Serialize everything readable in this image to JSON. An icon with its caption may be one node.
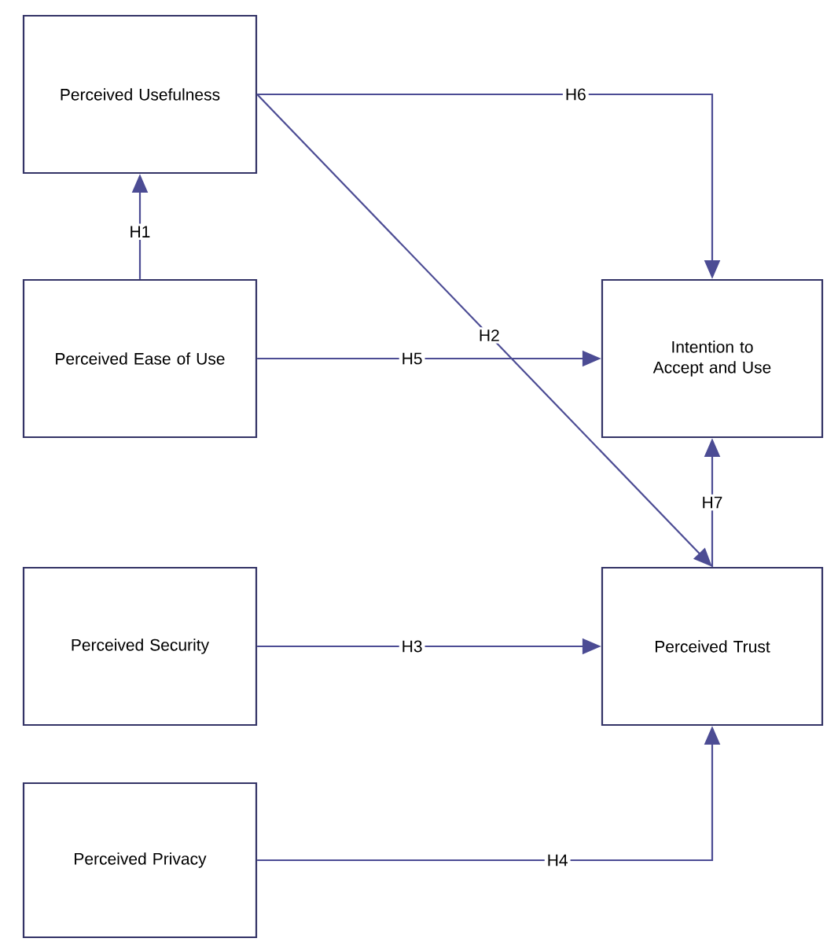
{
  "diagram": {
    "nodes": [
      {
        "text": [
          "Perceived Usefulness"
        ]
      },
      {
        "text": [
          "Perceived Ease of Use"
        ]
      },
      {
        "text": [
          "Intention to Accept and Use"
        ]
      },
      {
        "text": [
          "Perceived Security"
        ]
      },
      {
        "text": [
          "Perceived Trust"
        ]
      },
      {
        "text": [
          "Perceived Privacy"
        ]
      }
    ],
    "edges": [
      {
        "from": 1,
        "to": 0,
        "arrow": "to",
        "label": "H1"
      },
      {
        "from": 0,
        "to": 2,
        "arrow": "to",
        "label": "H6"
      },
      {
        "from": 0,
        "to": 4,
        "arrow": "to",
        "label": "H2"
      },
      {
        "from": 1,
        "to": 2,
        "arrow": "to",
        "label": "H5"
      },
      {
        "from": 4,
        "to": 2,
        "arrow": "to",
        "label": "H7"
      },
      {
        "from": 3,
        "to": 4,
        "arrow": "to",
        "label": "H3"
      },
      {
        "from": 5,
        "to": 4,
        "arrow": "to",
        "label": "H4"
      }
    ]
  }
}
